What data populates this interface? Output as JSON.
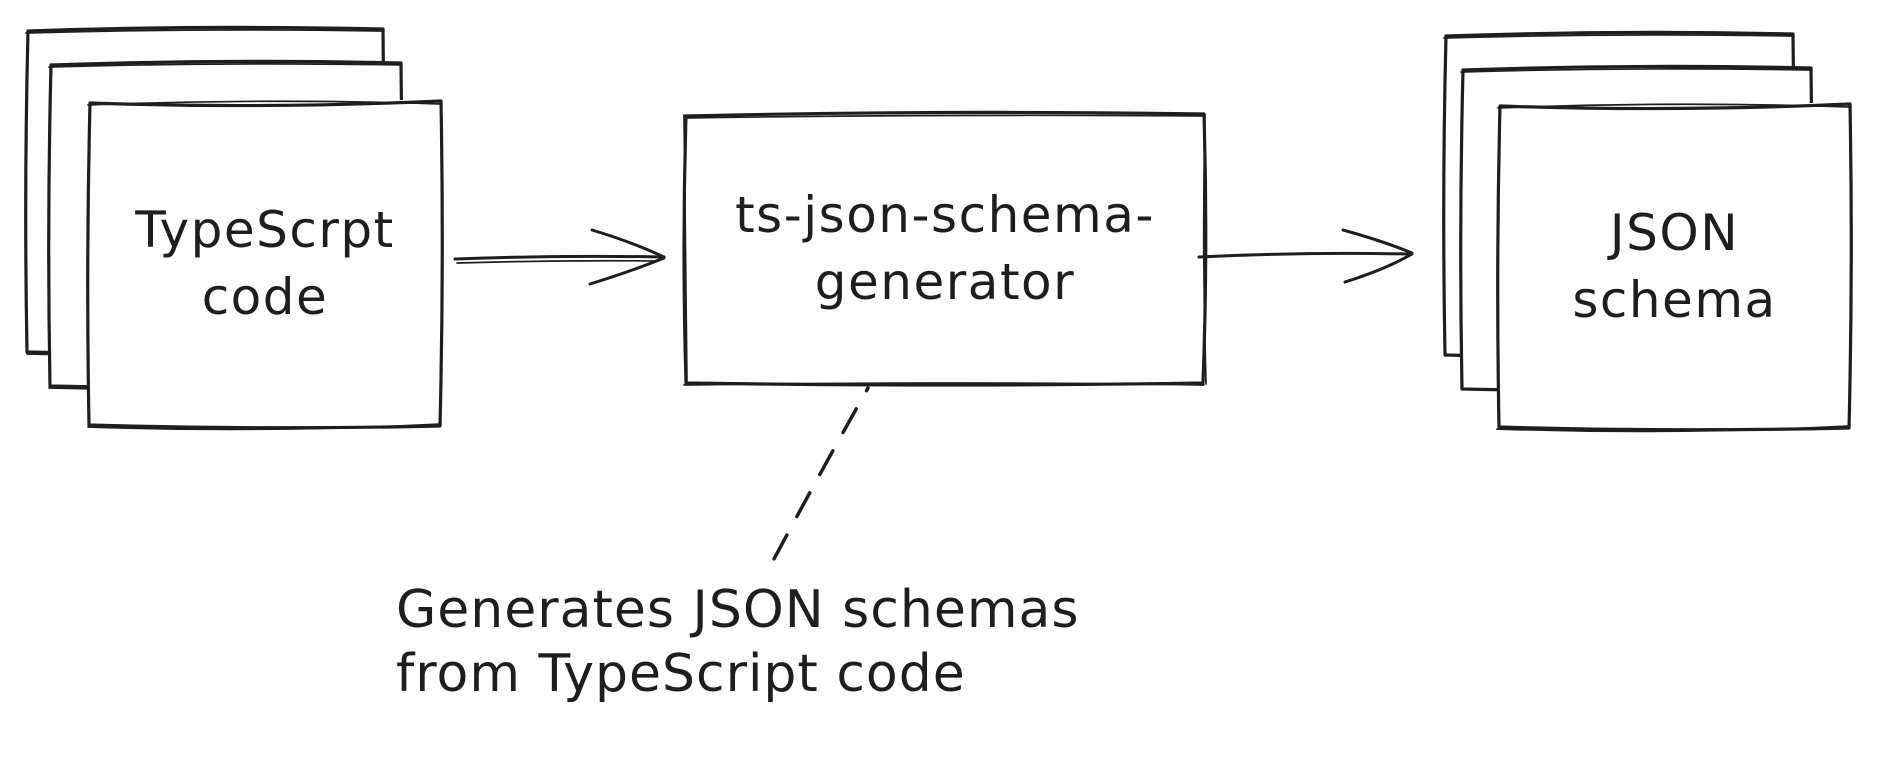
{
  "diagram": {
    "background_color": "#ffffff",
    "stroke_color": "#1e1e1e",
    "nodes": {
      "typescript_stack": {
        "label": "TypeScrpt\ncode",
        "type": "stacked-pages"
      },
      "generator_box": {
        "label": "ts-json-schema-\ngenerator",
        "type": "rectangle"
      },
      "json_schema_stack": {
        "label": "JSON\nschema",
        "type": "stacked-pages"
      }
    },
    "connectors": {
      "arrow_typescript_to_generator": "solid-arrow-right",
      "arrow_generator_to_schema": "solid-arrow-right",
      "annotation_connector": "dashed-line"
    },
    "annotation": {
      "text": "Generates JSON schemas\nfrom TypeScript code"
    }
  }
}
